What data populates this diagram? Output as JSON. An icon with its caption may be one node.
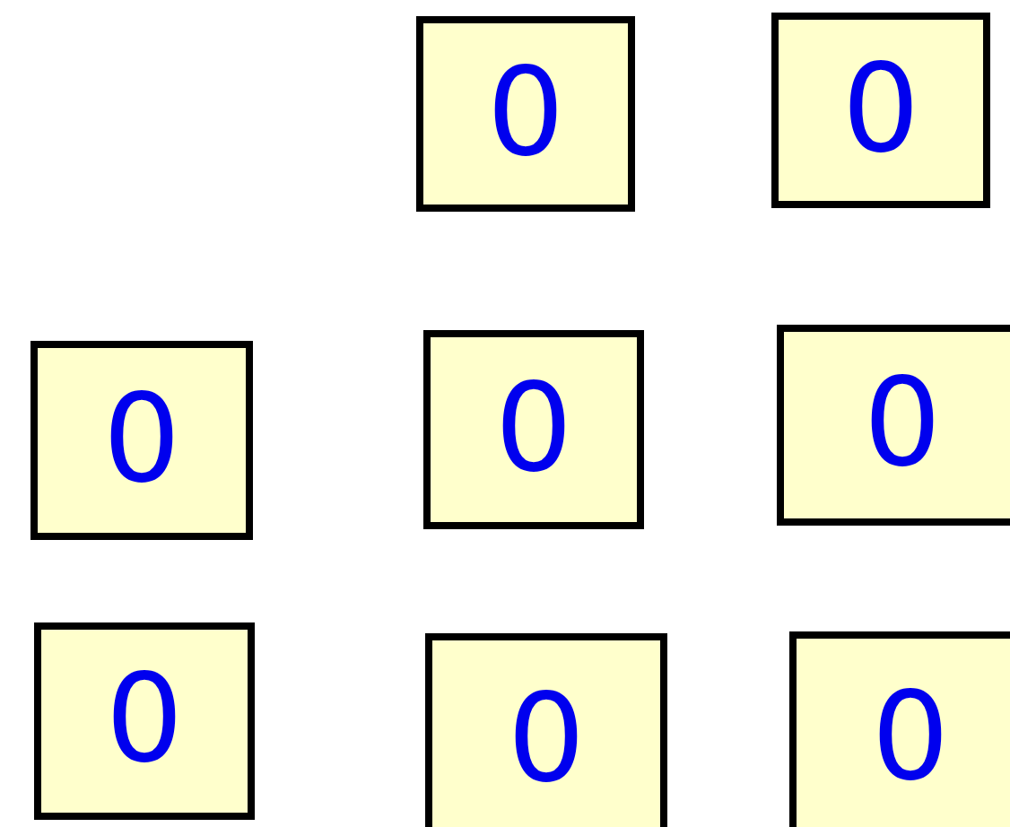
{
  "diagram": {
    "nodes": [
      {
        "text": [
          "0"
        ]
      },
      {
        "text": [
          "0"
        ]
      },
      {
        "text": [
          "0"
        ]
      },
      {
        "text": [
          "0"
        ]
      },
      {
        "text": [
          "0"
        ]
      },
      {
        "text": [
          "0"
        ]
      },
      {
        "text": [
          "0"
        ]
      },
      {
        "text": [
          "0"
        ]
      }
    ]
  }
}
